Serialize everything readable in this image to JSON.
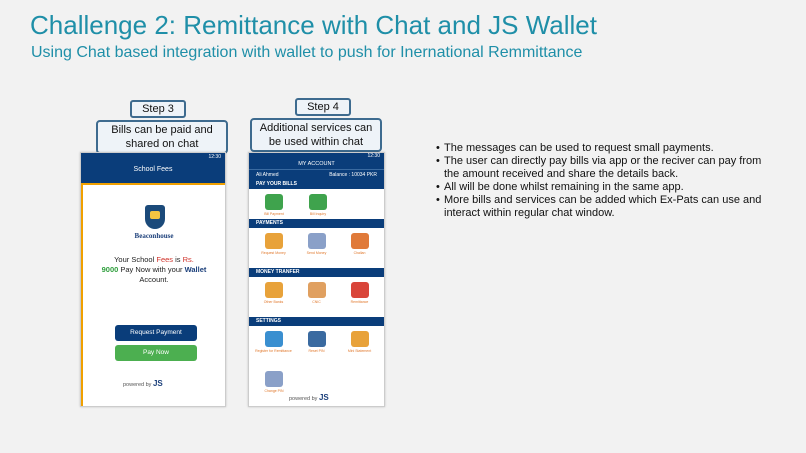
{
  "slide": {
    "title": "Challenge 2: Remittance with Chat and JS Wallet",
    "subtitle": "Using Chat based integration with wallet to push for Inernational Remmittance"
  },
  "step3": {
    "label": "Step 3",
    "description": "Bills can be paid and shared on chat"
  },
  "step4": {
    "label": "Step 4",
    "description": "Additional services can be used within chat"
  },
  "phone1": {
    "time": "12:30",
    "header": "School Fees",
    "school_name": "Beaconhouse",
    "message_1": "Your School ",
    "message_fees": "Fees",
    "message_2": " is ",
    "message_rs": "Rs.",
    "message_amount": "9000",
    "message_3": " Pay Now with your ",
    "message_wallet": "Wallet",
    "message_4": " Account.",
    "request_button": "Request Payment",
    "pay_button": "Pay Now",
    "powered_by": "powered by",
    "logo_text": "JS"
  },
  "phone2": {
    "time": "12:30",
    "header": "MY ACCOUNT",
    "user_name": "Ali Ahmed",
    "balance": "Balance : 10034 PKR",
    "sections": [
      {
        "title": "PAY YOUR BILLS",
        "items": [
          {
            "label": "Bill Payment",
            "icon": "bill-payment-icon",
            "color": "#3fa34d"
          },
          {
            "label": "Bill Inquiry",
            "icon": "bill-inquiry-icon",
            "color": "#3fa34d"
          }
        ]
      },
      {
        "title": "PAYMENTS",
        "items": [
          {
            "label": "Request Money",
            "icon": "request-money-icon",
            "color": "#e8a23a"
          },
          {
            "label": "Send Money",
            "icon": "send-money-icon",
            "color": "#8aa0c8"
          },
          {
            "label": "Challan",
            "icon": "challan-icon",
            "color": "#e07a3a"
          }
        ]
      },
      {
        "title": "MONEY TRANFER",
        "items": [
          {
            "label": "Other Banks",
            "icon": "other-banks-icon",
            "color": "#e8a23a"
          },
          {
            "label": "CNIC",
            "icon": "cnic-icon",
            "color": "#e0a060"
          },
          {
            "label": "Remittance",
            "icon": "remittance-icon",
            "color": "#d9453a"
          }
        ]
      },
      {
        "title": "SETTINGS",
        "items": [
          {
            "label": "Register for Remittance",
            "icon": "register-remittance-icon",
            "color": "#3a8fd0"
          },
          {
            "label": "Reset PIN",
            "icon": "reset-pin-icon",
            "color": "#3a6aa0"
          },
          {
            "label": "Mini Statement",
            "icon": "mini-statement-icon",
            "color": "#e8a23a"
          },
          {
            "label": "Change PIN",
            "icon": "change-pin-icon",
            "color": "#8aa0c8"
          }
        ]
      }
    ],
    "powered_by": "powered by",
    "logo_text": "JS"
  },
  "bullets": [
    "The messages can be used to request small payments.",
    "The user can directly pay bills via app or the reciver can pay from the amount received and share the details back.",
    "All will be done whilst remaining in the same app.",
    "More bills and services can be added which Ex-Pats can use and interact within regular chat window."
  ]
}
